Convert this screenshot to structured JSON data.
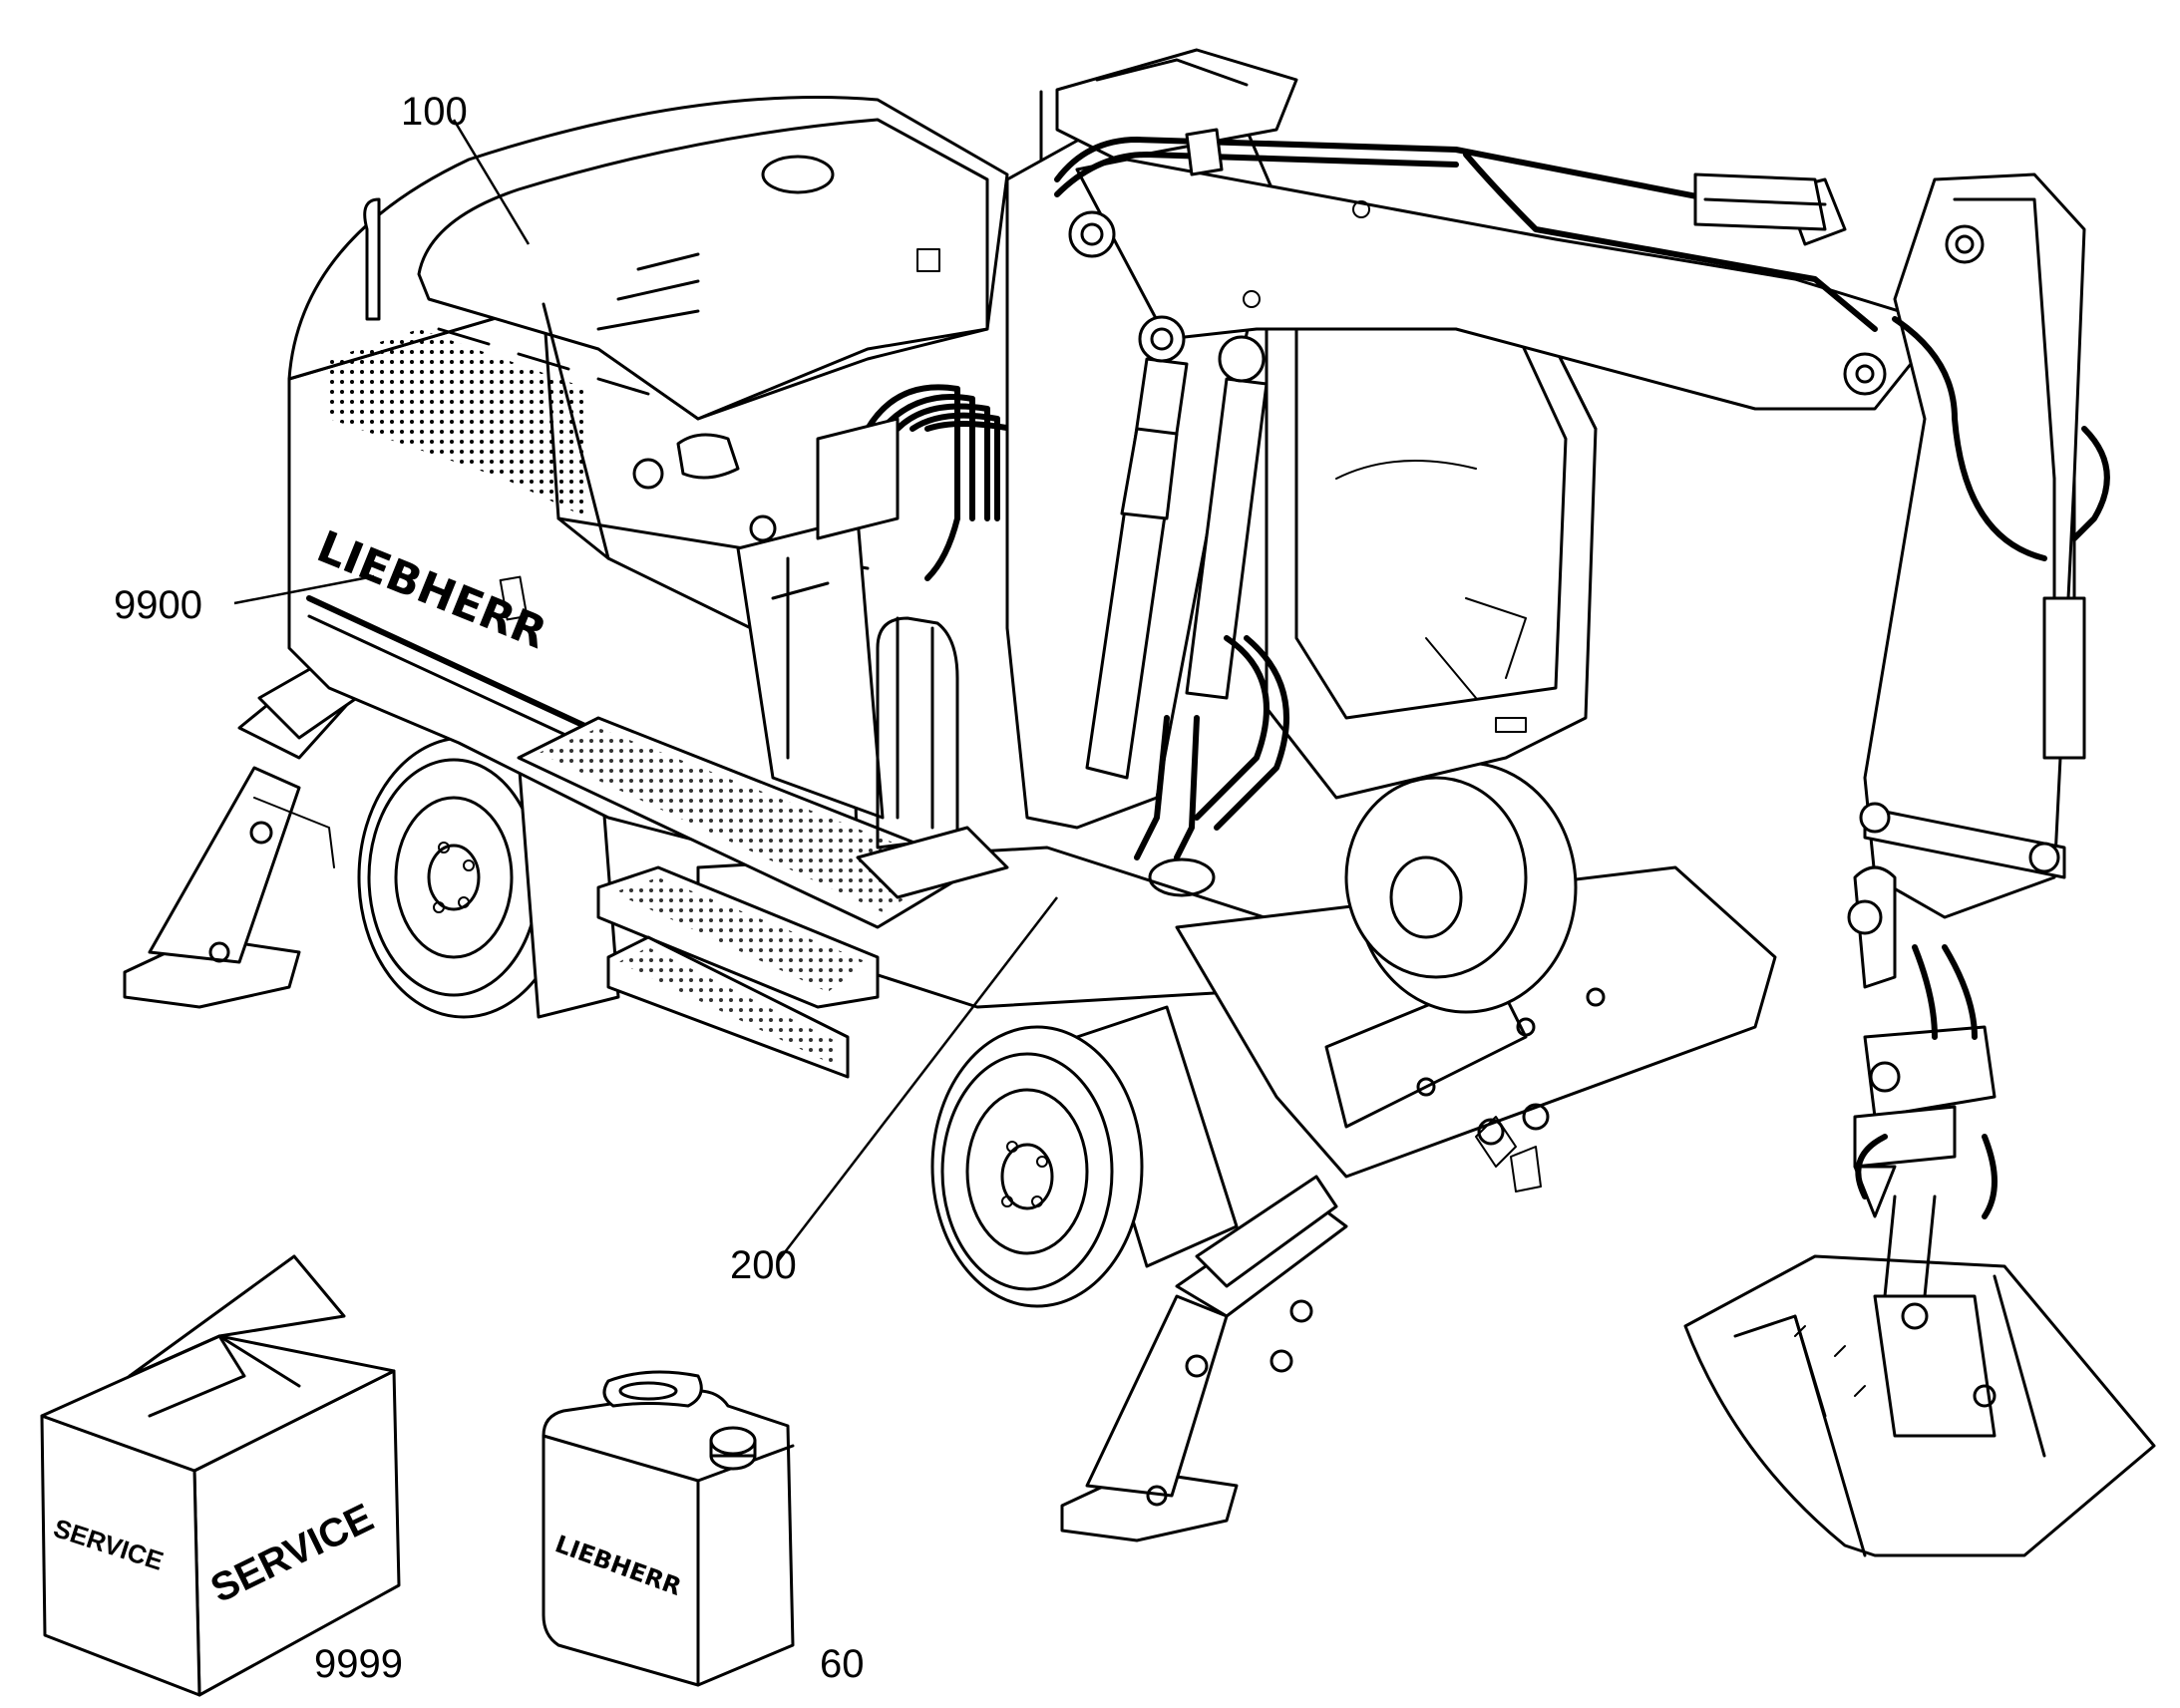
{
  "callouts": {
    "upper_carriage": "100",
    "lower_carriage": "200",
    "decals": "9900",
    "service_kit": "9999",
    "fluid": "60"
  },
  "brand_text": "LIEBHERR",
  "service_box": {
    "side_text": "SERVICE",
    "front_text": "SERVICE"
  },
  "canister": {
    "label": "LIEBHERR"
  }
}
